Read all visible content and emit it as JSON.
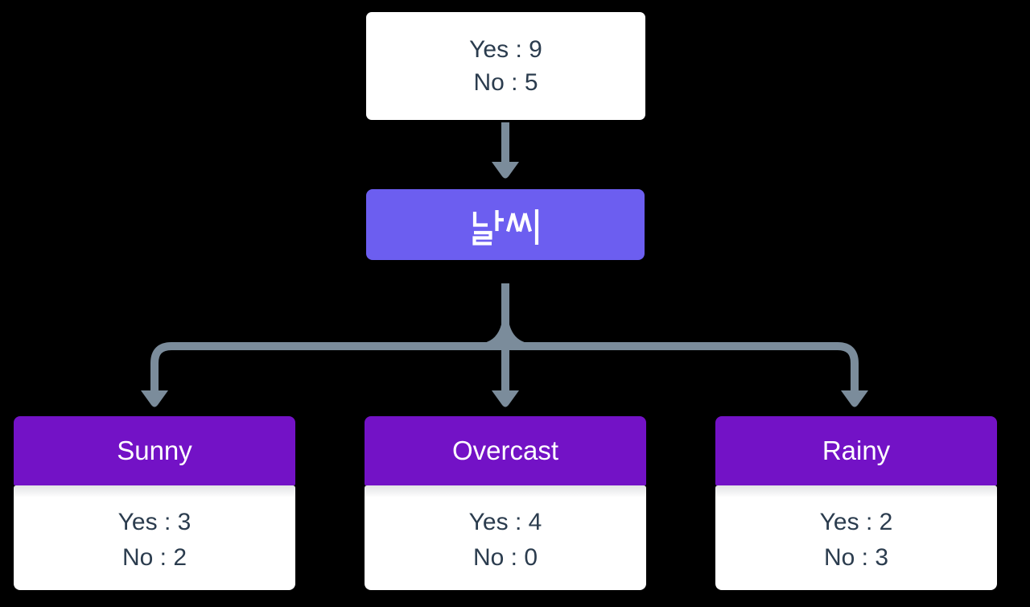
{
  "colors": {
    "background": "#000000",
    "node_white": "#ffffff",
    "text_dark": "#2b3c4e",
    "weather_node_bg": "#6c5ef0",
    "branch_header_bg": "#7312c6",
    "branch_header_text": "#ffffff",
    "arrow": "#7b8c9b"
  },
  "root_node": {
    "lines": [
      "Yes : 9",
      "No : 5"
    ]
  },
  "decision_node": {
    "label": "날씨"
  },
  "branches": [
    {
      "label": "Sunny",
      "lines": [
        "Yes : 3",
        "No : 2"
      ]
    },
    {
      "label": "Overcast",
      "lines": [
        "Yes : 4",
        "No : 0"
      ]
    },
    {
      "label": "Rainy",
      "lines": [
        "Yes : 2",
        "No : 3"
      ]
    }
  ]
}
